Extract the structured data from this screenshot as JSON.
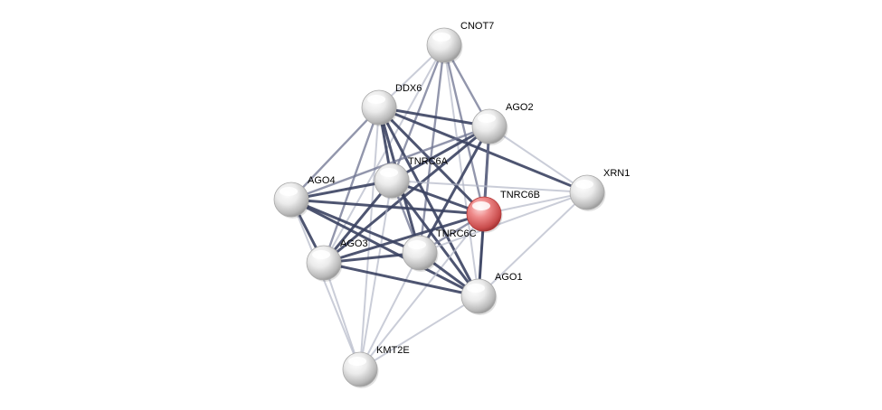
{
  "network": {
    "query_protein": "TNRC6B",
    "nodes": [
      {
        "id": "CNOT7",
        "label": "CNOT7",
        "query": false
      },
      {
        "id": "DDX6",
        "label": "DDX6",
        "query": false
      },
      {
        "id": "AGO2",
        "label": "AGO2",
        "query": false
      },
      {
        "id": "TNRC6A",
        "label": "TNRC6A",
        "query": false
      },
      {
        "id": "AGO4",
        "label": "AGO4",
        "query": false
      },
      {
        "id": "TNRC6B",
        "label": "TNRC6B",
        "query": true
      },
      {
        "id": "XRN1",
        "label": "XRN1",
        "query": false
      },
      {
        "id": "TNRC6C",
        "label": "TNRC6C",
        "query": false
      },
      {
        "id": "AGO3",
        "label": "AGO3",
        "query": false
      },
      {
        "id": "AGO1",
        "label": "AGO1",
        "query": false
      },
      {
        "id": "KMT2E",
        "label": "KMT2E",
        "query": false
      }
    ],
    "edges": [
      {
        "source": "CNOT7",
        "target": "DDX6",
        "strength": "weak"
      },
      {
        "source": "CNOT7",
        "target": "AGO2",
        "strength": "medium"
      },
      {
        "source": "CNOT7",
        "target": "TNRC6A",
        "strength": "medium"
      },
      {
        "source": "CNOT7",
        "target": "TNRC6B",
        "strength": "medium"
      },
      {
        "source": "CNOT7",
        "target": "TNRC6C",
        "strength": "medium"
      },
      {
        "source": "CNOT7",
        "target": "AGO3",
        "strength": "weak"
      },
      {
        "source": "CNOT7",
        "target": "AGO1",
        "strength": "weak"
      },
      {
        "source": "DDX6",
        "target": "AGO2",
        "strength": "strong"
      },
      {
        "source": "DDX6",
        "target": "TNRC6A",
        "strength": "strong"
      },
      {
        "source": "DDX6",
        "target": "AGO4",
        "strength": "medium"
      },
      {
        "source": "DDX6",
        "target": "TNRC6B",
        "strength": "strong"
      },
      {
        "source": "DDX6",
        "target": "XRN1",
        "strength": "strong"
      },
      {
        "source": "DDX6",
        "target": "TNRC6C",
        "strength": "strong"
      },
      {
        "source": "DDX6",
        "target": "AGO3",
        "strength": "medium"
      },
      {
        "source": "DDX6",
        "target": "AGO1",
        "strength": "strong"
      },
      {
        "source": "DDX6",
        "target": "KMT2E",
        "strength": "weak"
      },
      {
        "source": "AGO2",
        "target": "TNRC6A",
        "strength": "strong"
      },
      {
        "source": "AGO2",
        "target": "AGO4",
        "strength": "medium"
      },
      {
        "source": "AGO2",
        "target": "TNRC6B",
        "strength": "strong"
      },
      {
        "source": "AGO2",
        "target": "XRN1",
        "strength": "weak"
      },
      {
        "source": "AGO2",
        "target": "TNRC6C",
        "strength": "strong"
      },
      {
        "source": "AGO2",
        "target": "AGO3",
        "strength": "strong"
      },
      {
        "source": "AGO2",
        "target": "AGO1",
        "strength": "medium"
      },
      {
        "source": "TNRC6A",
        "target": "AGO4",
        "strength": "strong"
      },
      {
        "source": "TNRC6A",
        "target": "TNRC6B",
        "strength": "strong"
      },
      {
        "source": "TNRC6A",
        "target": "XRN1",
        "strength": "weak"
      },
      {
        "source": "TNRC6A",
        "target": "TNRC6C",
        "strength": "medium"
      },
      {
        "source": "TNRC6A",
        "target": "AGO3",
        "strength": "strong"
      },
      {
        "source": "TNRC6A",
        "target": "AGO1",
        "strength": "strong"
      },
      {
        "source": "TNRC6A",
        "target": "KMT2E",
        "strength": "weak"
      },
      {
        "source": "AGO4",
        "target": "TNRC6B",
        "strength": "strong"
      },
      {
        "source": "AGO4",
        "target": "TNRC6C",
        "strength": "strong"
      },
      {
        "source": "AGO4",
        "target": "AGO3",
        "strength": "strong"
      },
      {
        "source": "AGO4",
        "target": "AGO1",
        "strength": "strong"
      },
      {
        "source": "AGO4",
        "target": "KMT2E",
        "strength": "weak"
      },
      {
        "source": "TNRC6B",
        "target": "XRN1",
        "strength": "weak"
      },
      {
        "source": "TNRC6B",
        "target": "TNRC6C",
        "strength": "medium"
      },
      {
        "source": "TNRC6B",
        "target": "AGO3",
        "strength": "strong"
      },
      {
        "source": "TNRC6B",
        "target": "AGO1",
        "strength": "strong"
      },
      {
        "source": "TNRC6B",
        "target": "KMT2E",
        "strength": "weak"
      },
      {
        "source": "XRN1",
        "target": "TNRC6C",
        "strength": "weak"
      },
      {
        "source": "XRN1",
        "target": "AGO1",
        "strength": "weak"
      },
      {
        "source": "TNRC6C",
        "target": "AGO3",
        "strength": "strong"
      },
      {
        "source": "TNRC6C",
        "target": "AGO1",
        "strength": "strong"
      },
      {
        "source": "TNRC6C",
        "target": "KMT2E",
        "strength": "weak"
      },
      {
        "source": "AGO3",
        "target": "AGO1",
        "strength": "strong"
      },
      {
        "source": "AGO3",
        "target": "KMT2E",
        "strength": "weak"
      },
      {
        "source": "AGO1",
        "target": "KMT2E",
        "strength": "weak"
      }
    ]
  },
  "colors": {
    "node_fill": "#f2f2f2",
    "node_shade": "#a8a8a8",
    "query_fill": "#ee8a8a",
    "query_shade": "#b53a3a",
    "edge_strong": "#3b4262",
    "edge_medium": "#6d7390",
    "edge_weak": "#b4b8c8",
    "label": "#000000"
  }
}
